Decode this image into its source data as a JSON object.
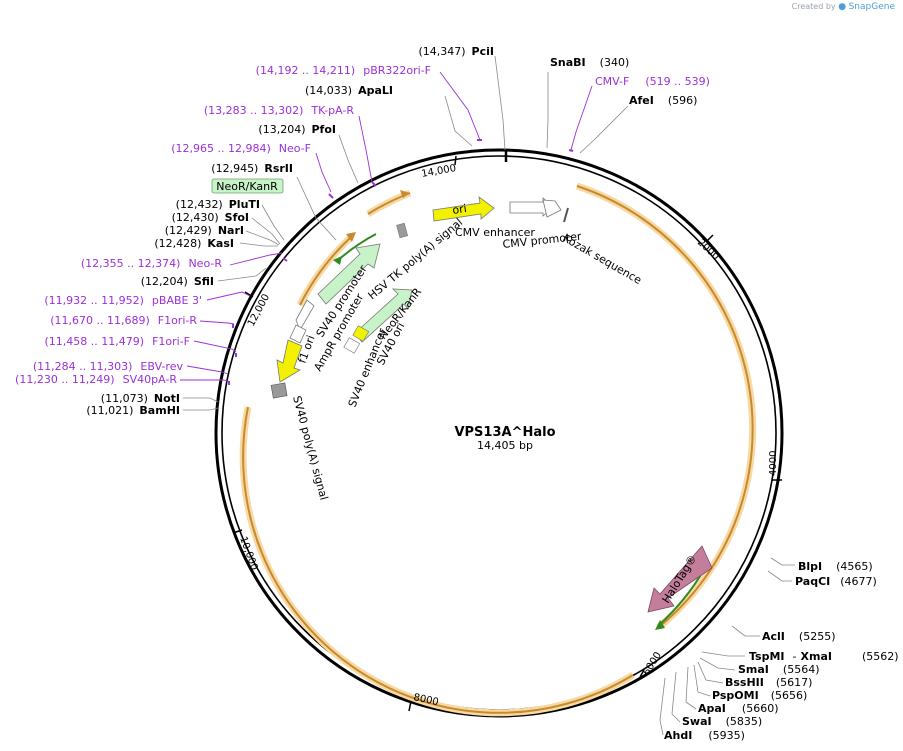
{
  "credit": {
    "prefix": "Created by",
    "brand": "SnapGene"
  },
  "plasmid": {
    "name": "VPS13A^Halo",
    "size_label": "14,405 bp"
  },
  "ticks": [
    "2000",
    "4000",
    "6000",
    "8000",
    "10,000",
    "12,000",
    "14,000"
  ],
  "enzymes_top": [
    {
      "pos": "(14,347)",
      "name": "PciI"
    },
    {
      "pos": "(14,033)",
      "name": "ApaLI"
    },
    {
      "pos": "(13,204)",
      "name": "PfoI"
    },
    {
      "pos": "(12,945)",
      "name": "RsrII"
    },
    {
      "pos": "(12,432)",
      "name": "PluTI"
    },
    {
      "pos": "(12,430)",
      "name": "SfoI"
    },
    {
      "pos": "(12,429)",
      "name": "NarI"
    },
    {
      "pos": "(12,428)",
      "name": "KasI"
    },
    {
      "pos": "(12,204)",
      "name": "SfiI"
    },
    {
      "pos": "(11,073)",
      "name": "NotI"
    },
    {
      "pos": "(11,021)",
      "name": "BamHI"
    }
  ],
  "primers_left": [
    {
      "pos": "(14,192 .. 14,211)",
      "name": "pBR322ori-F"
    },
    {
      "pos": "(13,283 .. 13,302)",
      "name": "TK-pA-R"
    },
    {
      "pos": "(12,965 .. 12,984)",
      "name": "Neo-F"
    },
    {
      "pos": "(12,355 .. 12,374)",
      "name": "Neo-R"
    },
    {
      "pos": "(11,932 .. 11,952)",
      "name": "pBABE 3'"
    },
    {
      "pos": "(11,670 .. 11,689)",
      "name": "F1ori-R"
    },
    {
      "pos": "(11,458 .. 11,479)",
      "name": "F1ori-F"
    },
    {
      "pos": "(11,284 .. 11,303)",
      "name": "EBV-rev"
    },
    {
      "pos": "(11,230 .. 11,249)",
      "name": "SV40pA-R"
    }
  ],
  "right_top": {
    "snabi": {
      "name": "SnaBI",
      "pos": "(340)"
    },
    "cmvf": {
      "name": "CMV-F",
      "pos": "(519 .. 539)"
    },
    "afei": {
      "name": "AfeI",
      "pos": "(596)"
    }
  },
  "enzymes_right": [
    {
      "name": "BlpI",
      "pos": "(4565)"
    },
    {
      "name": "PaqCI",
      "pos": "(4677)"
    },
    {
      "name": "AclI",
      "pos": "(5255)"
    },
    {
      "name": "TspMI",
      "sep": "-",
      "name2": "XmaI",
      "pos": "(5562)"
    },
    {
      "name": "SmaI",
      "pos": "(5564)"
    },
    {
      "name": "BssHII",
      "pos": "(5617)"
    },
    {
      "name": "PspOMI",
      "pos": "(5656)"
    },
    {
      "name": "ApaI",
      "pos": "(5660)"
    },
    {
      "name": "SwaI",
      "pos": "(5835)"
    },
    {
      "name": "AhdI",
      "pos": "(5935)"
    }
  ],
  "features": {
    "ori": "ori",
    "cmv_enhancer": "CMV enhancer",
    "cmv_promoter": "CMV promoter",
    "kozak": "Kozak sequence",
    "neo_box": "NeoR/KanR",
    "hsv": "HSV TK poly(A) signal",
    "sv40_promoter": "SV40 promoter",
    "ampr_promoter": "AmpR promoter",
    "f1_ori": "f1 ori",
    "neor_kanr": "NeoR/KanR",
    "sv40_ori": "SV40 ori",
    "sv40_enhancer": "SV40 enhancer",
    "sv40_polya": "SV40 poly(A) signal",
    "halotag": "HaloTag®"
  },
  "colors": {
    "backbone": "#000000",
    "orf_orange": "#c98a2e",
    "orf_glow": "#f6d9a3",
    "green_arrow": "#2e8b1f",
    "ori_yellow": "#f2f200",
    "promoter_green": "#c8f2c8",
    "halotag_pink": "#c47e9c",
    "primer_purple": "#9b30d9",
    "gray_box": "#999999"
  }
}
